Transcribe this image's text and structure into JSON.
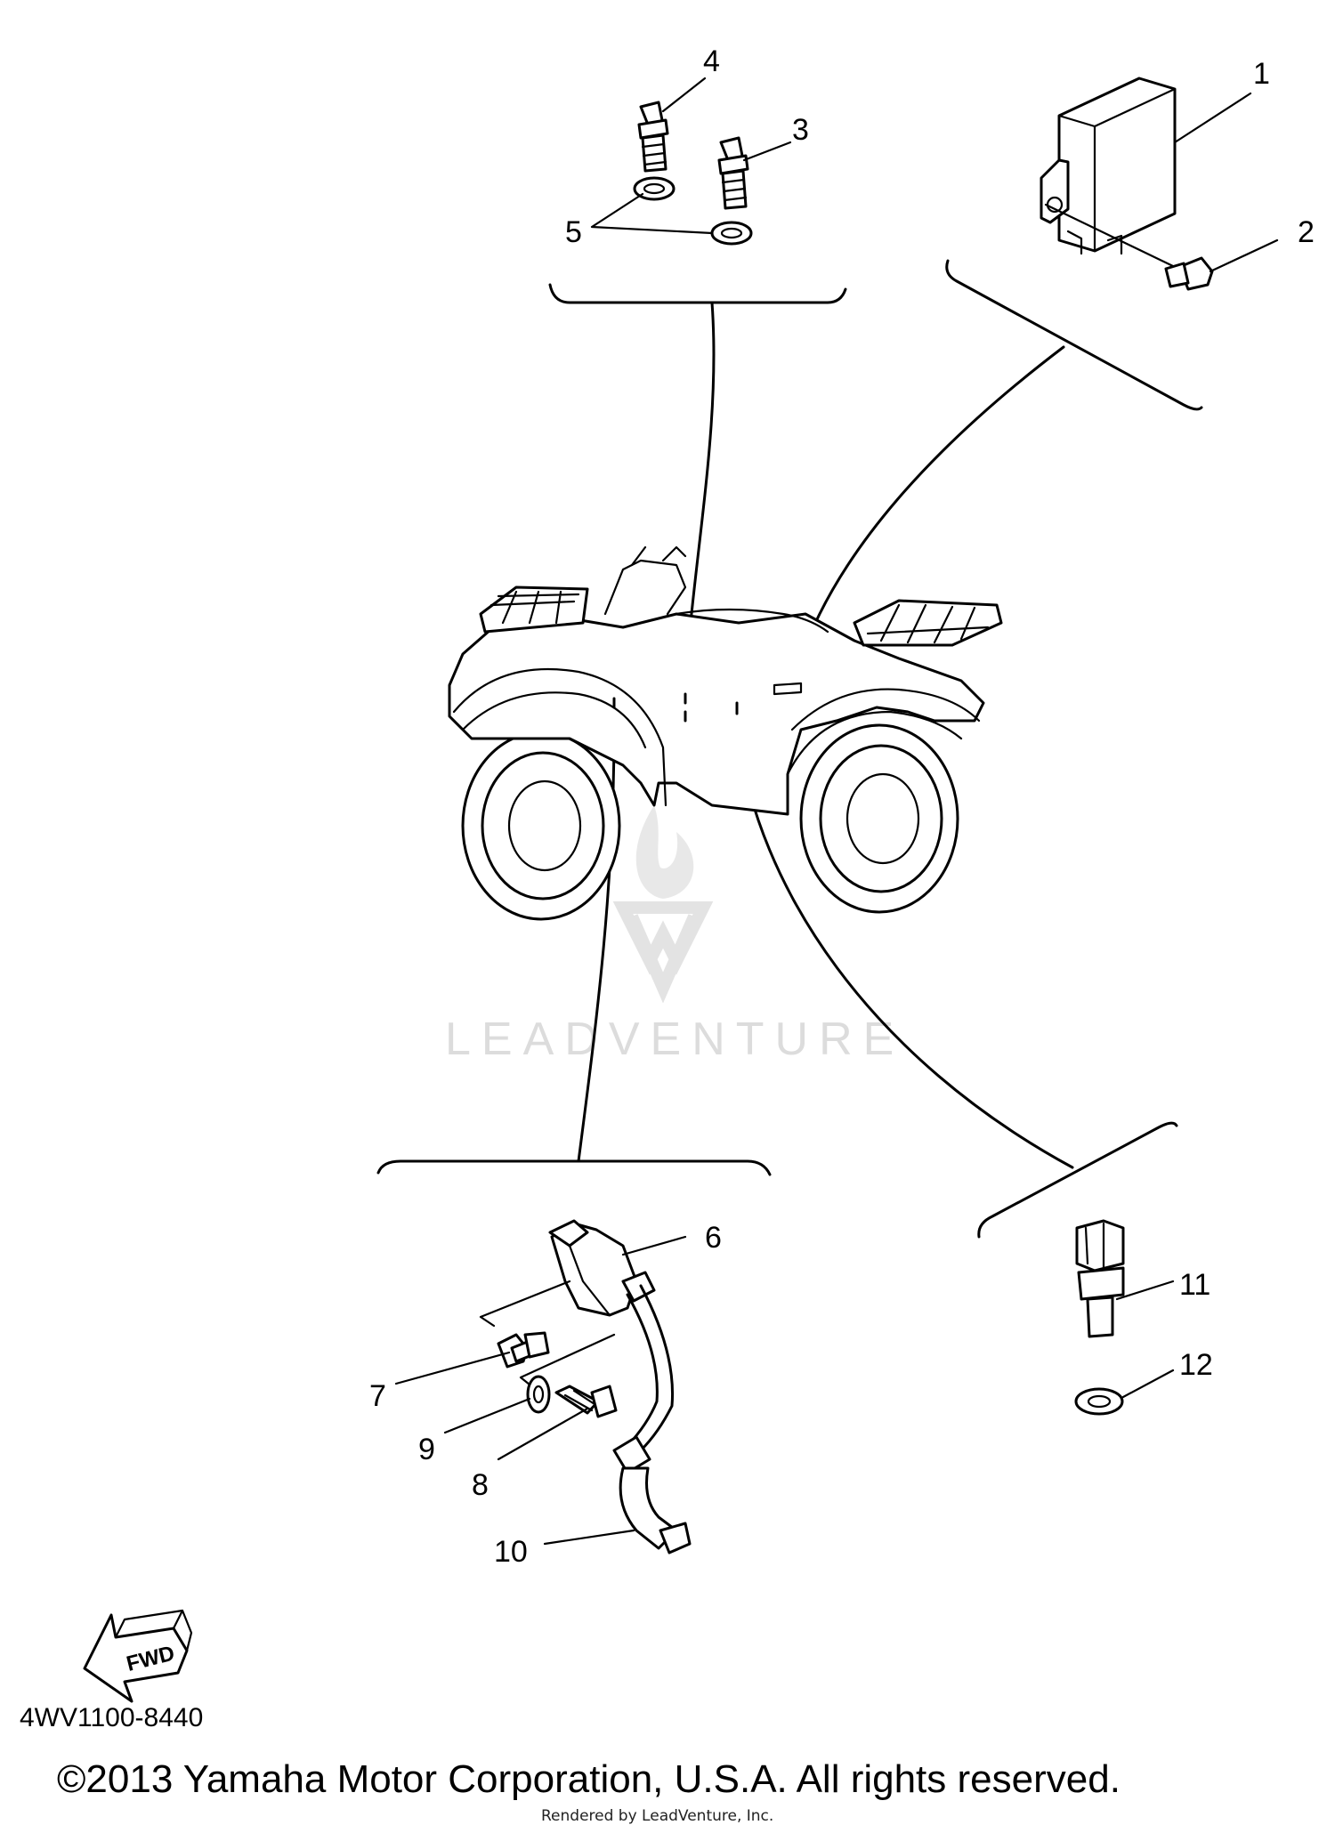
{
  "callouts": {
    "c1": "1",
    "c2": "2",
    "c3": "3",
    "c4": "4",
    "c5": "5",
    "c6": "6",
    "c7": "7",
    "c8": "8",
    "c9": "9",
    "c10": "10",
    "c11": "11",
    "c12": "12"
  },
  "fwd_label": "FWD",
  "watermark": "LEADVENTURE",
  "diagram_code": "4WV1100-8440",
  "copyright": "©2013 Yamaha Motor Corporation, U.S.A. All rights reserved.",
  "rendered_by": "Rendered by LeadVenture, Inc."
}
